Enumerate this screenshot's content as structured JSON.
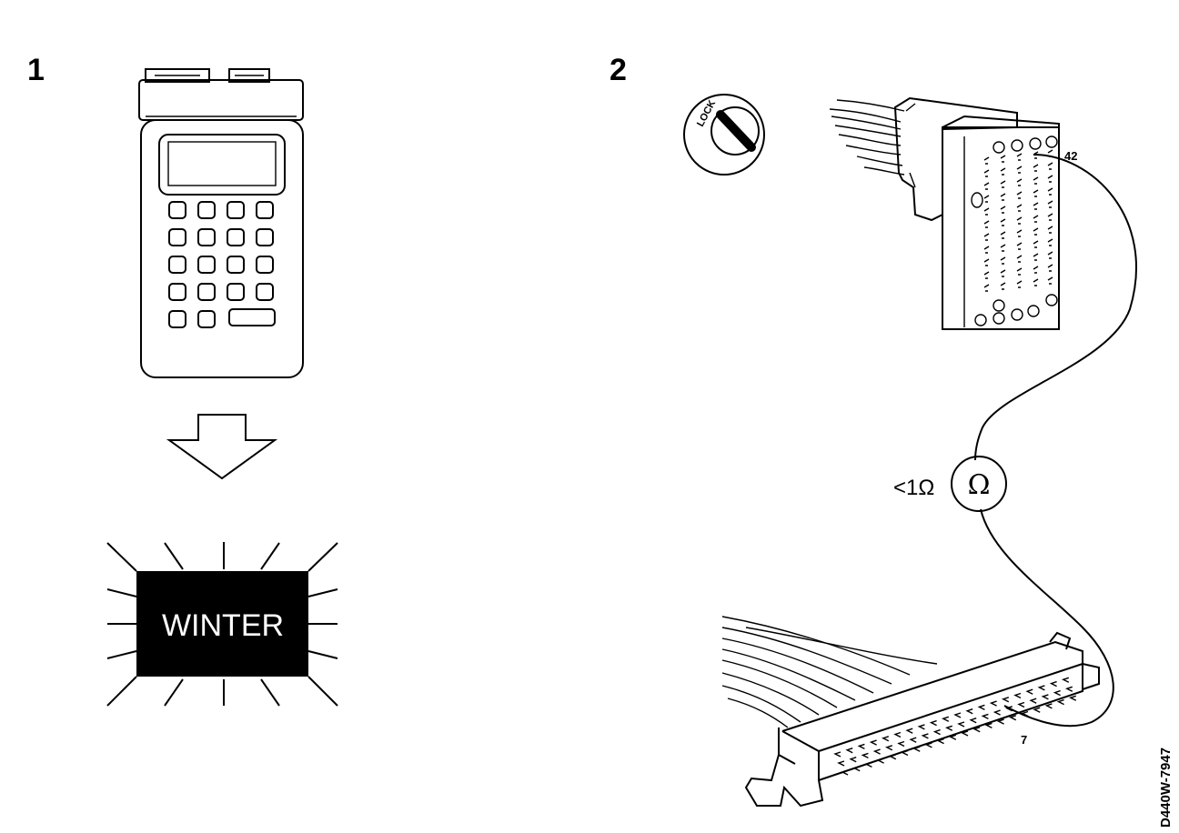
{
  "panel1": {
    "step_label": "1",
    "display_word": "WINTER"
  },
  "panel2": {
    "step_label": "2",
    "lock_label": "LOCK",
    "pin_top": "42",
    "pin_bottom": "7",
    "resistance": "<1Ω",
    "meter_symbol": "Ω"
  },
  "figure_code": "D440W-7947"
}
